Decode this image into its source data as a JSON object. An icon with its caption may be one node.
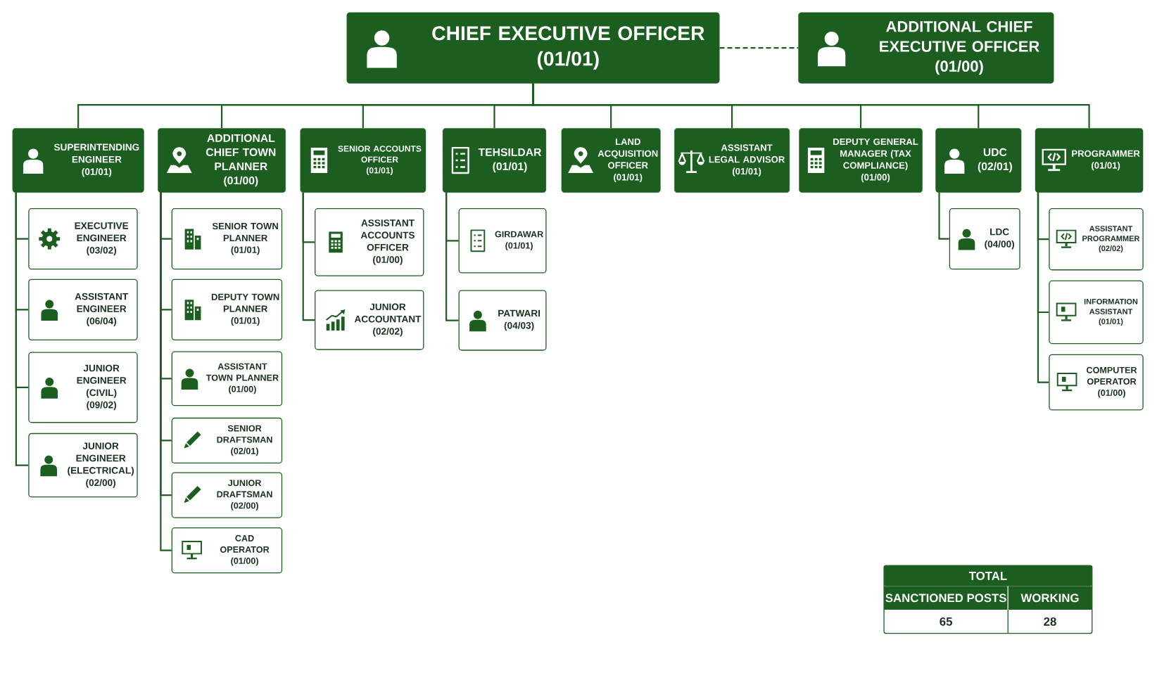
{
  "diagram": {
    "nodes": [
      {
        "text": [
          "CHIEF EXECUTIVE OFFICER",
          "(01/01)"
        ]
      },
      {
        "text": [
          "ADDITIONAL CHIEF EXECUTIVE OFFICER",
          "(01/00)"
        ]
      },
      {
        "text": [
          "SUPERINTENDING ENGINEER",
          "(01/01)"
        ]
      },
      {
        "text": [
          "ADDITIONAL CHIEF TOWN PLANNER",
          "(01/00)"
        ]
      },
      {
        "text": [
          "SENIOR ACCOUNTS OFFICER",
          "(01/01)"
        ]
      },
      {
        "text": [
          "TEHSILDAR",
          "(01/01)"
        ]
      },
      {
        "text": [
          "LAND ACQUISITION OFFICER",
          "(01/01)"
        ]
      },
      {
        "text": [
          "ASSISTANT LEGAL ADVISOR",
          "(01/01)"
        ]
      },
      {
        "text": [
          "DEPUTY GENERAL MANAGER (TAX COMPLIANCE)",
          "(01/00)"
        ]
      },
      {
        "text": [
          "UDC",
          "(02/01)"
        ]
      },
      {
        "text": [
          "PROGRAMMER",
          "(01/01)"
        ]
      },
      {
        "text": [
          "EXECUTIVE ENGINEER",
          "(03/02)"
        ]
      },
      {
        "text": [
          "ASSISTANT ENGINEER",
          "(06/04)"
        ]
      },
      {
        "text": [
          "JUNIOR ENGINEER (CIVIL)",
          "(09/02)"
        ]
      },
      {
        "text": [
          "JUNIOR ENGINEER (ELECTRICAL)",
          "(02/00)"
        ]
      },
      {
        "text": [
          "SENIOR TOWN PLANNER",
          "(01/01)"
        ]
      },
      {
        "text": [
          "DEPUTY TOWN PLANNER",
          "(01/01)"
        ]
      },
      {
        "text": [
          "ASSISTANT TOWN PLANNER",
          "(01/00)"
        ]
      },
      {
        "text": [
          "SENIOR DRAFTSMAN",
          "(02/01)"
        ]
      },
      {
        "text": [
          "JUNIOR DRAFTSMAN",
          "(02/00)"
        ]
      },
      {
        "text": [
          "CAD OPERATOR",
          "(01/00)"
        ]
      },
      {
        "text": [
          "ASSISTANT ACCOUNTS OFFICER",
          "(01/00)"
        ]
      },
      {
        "text": [
          "JUNIOR ACCOUNTANT",
          "(02/02)"
        ]
      },
      {
        "text": [
          "GIRDAWAR",
          "(01/01)"
        ]
      },
      {
        "text": [
          "PATWARI",
          "(04/03)"
        ]
      },
      {
        "text": [
          "LDC",
          "(04/00)"
        ]
      },
      {
        "text": [
          "ASSISTANT PROGRAMMER",
          "(02/02)"
        ]
      },
      {
        "text": [
          "INFORMATION ASSISTANT",
          "(01/01)"
        ]
      },
      {
        "text": [
          "COMPUTER OPERATOR",
          "(01/00)"
        ]
      }
    ],
    "edges": [
      {
        "from": 0,
        "to": 1,
        "arrow": "none",
        "style": "dashed"
      },
      {
        "from": 0,
        "to": 2,
        "arrow": "none"
      },
      {
        "from": 0,
        "to": 3,
        "arrow": "none"
      },
      {
        "from": 0,
        "to": 4,
        "arrow": "none"
      },
      {
        "from": 0,
        "to": 5,
        "arrow": "none"
      },
      {
        "from": 0,
        "to": 6,
        "arrow": "none"
      },
      {
        "from": 0,
        "to": 7,
        "arrow": "none"
      },
      {
        "from": 0,
        "to": 8,
        "arrow": "none"
      },
      {
        "from": 0,
        "to": 9,
        "arrow": "none"
      },
      {
        "from": 0,
        "to": 10,
        "arrow": "none"
      },
      {
        "from": 2,
        "to": 11,
        "arrow": "none"
      },
      {
        "from": 2,
        "to": 12,
        "arrow": "none"
      },
      {
        "from": 2,
        "to": 13,
        "arrow": "none"
      },
      {
        "from": 2,
        "to": 14,
        "arrow": "none"
      },
      {
        "from": 3,
        "to": 15,
        "arrow": "none"
      },
      {
        "from": 3,
        "to": 16,
        "arrow": "none"
      },
      {
        "from": 3,
        "to": 17,
        "arrow": "none"
      },
      {
        "from": 3,
        "to": 18,
        "arrow": "none"
      },
      {
        "from": 3,
        "to": 19,
        "arrow": "none"
      },
      {
        "from": 3,
        "to": 20,
        "arrow": "none"
      },
      {
        "from": 4,
        "to": 21,
        "arrow": "none"
      },
      {
        "from": 4,
        "to": 22,
        "arrow": "none"
      },
      {
        "from": 5,
        "to": 23,
        "arrow": "none"
      },
      {
        "from": 5,
        "to": 24,
        "arrow": "none"
      },
      {
        "from": 9,
        "to": 25,
        "arrow": "none"
      },
      {
        "from": 10,
        "to": 26,
        "arrow": "none"
      },
      {
        "from": 10,
        "to": 27,
        "arrow": "none"
      },
      {
        "from": 10,
        "to": 28,
        "arrow": "none"
      }
    ],
    "labels": [
      "TOTAL",
      "SANCTIONED POSTS",
      "WORKING",
      "65",
      "28"
    ]
  }
}
